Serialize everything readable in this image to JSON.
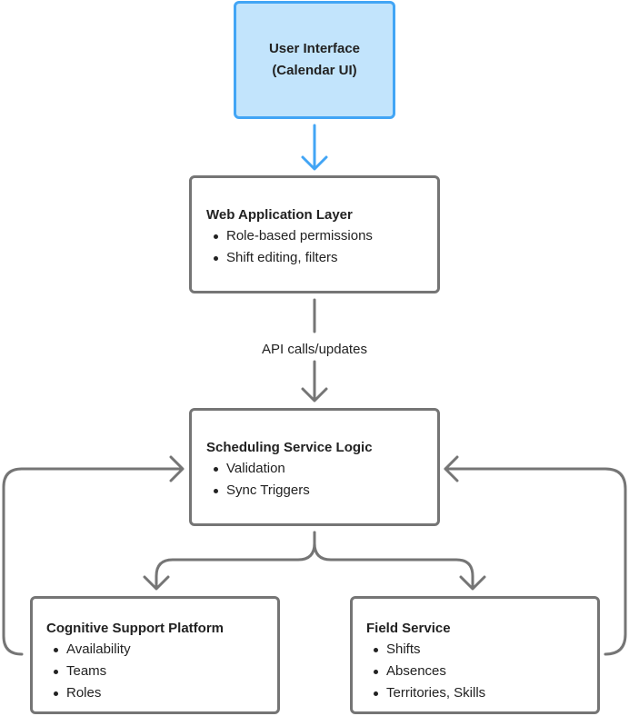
{
  "nodes": {
    "ui": {
      "title_line1": "User Interface",
      "title_line2": "(Calendar UI)"
    },
    "web_app": {
      "title": "Web Application Layer",
      "items": [
        "Role-based permissions",
        "Shift editing, filters"
      ]
    },
    "scheduling": {
      "title": "Scheduling Service Logic",
      "items": [
        "Validation",
        "Sync Triggers"
      ]
    },
    "cognitive": {
      "title": "Cognitive Support Platform",
      "items": [
        "Availability",
        "Teams",
        "Roles"
      ]
    },
    "field_service": {
      "title": "Field Service",
      "items": [
        "Shifts",
        "Absences",
        "Territories, Skills"
      ]
    }
  },
  "edges": {
    "web_to_scheduling_label": "API calls/updates"
  },
  "colors": {
    "ui_fill": "#c2e4fc",
    "ui_border": "#42a5f5",
    "box_border": "#757575",
    "connector": "#757575",
    "accent_arrow": "#42a5f5"
  }
}
